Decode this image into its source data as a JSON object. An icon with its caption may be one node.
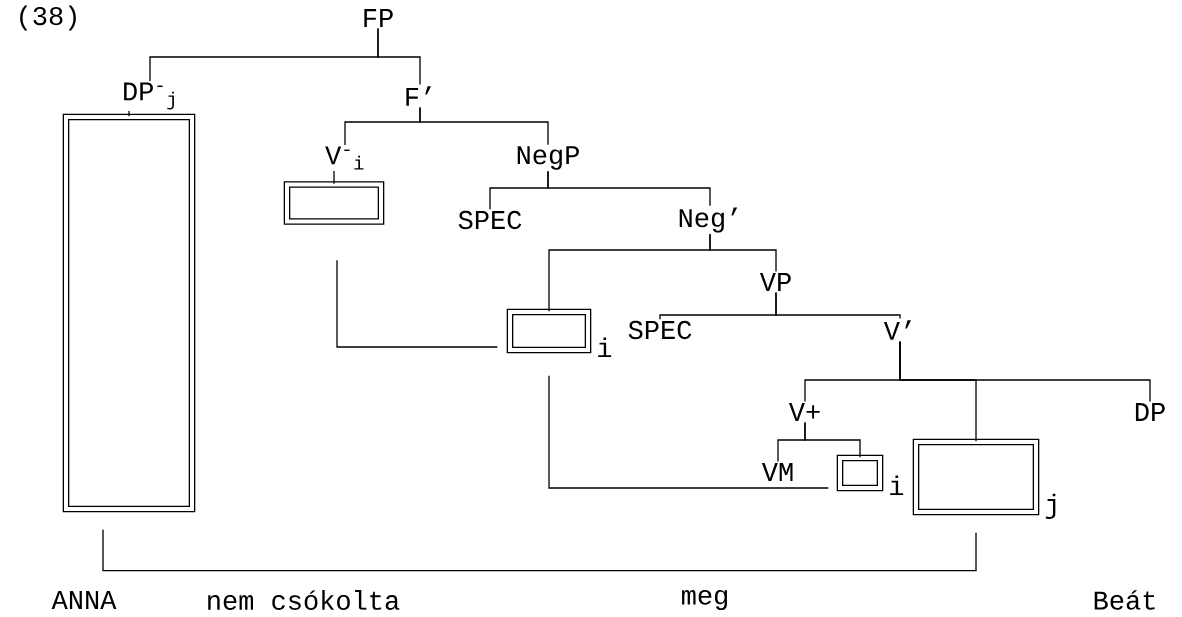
{
  "diagram": {
    "nodes": [
      {
        "text": [
          "FP"
        ]
      },
      {
        "text": [
          "DP$^{-}$$_{j}$"
        ]
      },
      {
        "text": [
          "F’"
        ]
      },
      {
        "text": [],
        "shape": "box"
      },
      {
        "text": [
          "V$^{-}$$_{i}$"
        ]
      },
      {
        "text": [
          "NegP"
        ]
      },
      {
        "text": [],
        "shape": "box"
      },
      {
        "text": [
          "SPEC"
        ]
      },
      {
        "text": [
          "Neg’"
        ]
      },
      {
        "text": [],
        "shape": "box",
        "beside": [
          "i"
        ]
      },
      {
        "text": [
          "VP"
        ]
      },
      {
        "text": [
          "SPEC"
        ]
      },
      {
        "text": [
          "V’"
        ]
      },
      {
        "text": [
          "V+"
        ]
      },
      {
        "text": [],
        "shape": "box",
        "beside": [
          "j"
        ]
      },
      {
        "text": [
          "DP"
        ]
      },
      {
        "text": [
          "VM"
        ]
      },
      {
        "text": [],
        "shape": "box",
        "beside": [
          "i"
        ]
      }
    ],
    "edges": [
      {
        "from": 0,
        "to": 1,
        "arrow": "none"
      },
      {
        "from": 0,
        "to": 2,
        "arrow": "none"
      },
      {
        "from": 1,
        "to": 3,
        "arrow": "none"
      },
      {
        "from": 2,
        "to": 4,
        "arrow": "none"
      },
      {
        "from": 2,
        "to": 5,
        "arrow": "none"
      },
      {
        "from": 4,
        "to": 6,
        "arrow": "none"
      },
      {
        "from": 5,
        "to": 7,
        "arrow": "none"
      },
      {
        "from": 5,
        "to": 8,
        "arrow": "none"
      },
      {
        "from": 8,
        "to": 9,
        "arrow": "none"
      },
      {
        "from": 8,
        "to": 10,
        "arrow": "none"
      },
      {
        "from": 10,
        "to": 11,
        "arrow": "none"
      },
      {
        "from": 10,
        "to": 12,
        "arrow": "none"
      },
      {
        "from": 12,
        "to": 13,
        "arrow": "none"
      },
      {
        "from": 12,
        "to": 14,
        "arrow": "none"
      },
      {
        "from": 12,
        "to": 15,
        "arrow": "none"
      },
      {
        "from": 13,
        "to": 16,
        "arrow": "none"
      },
      {
        "from": 13,
        "to": 17,
        "arrow": "none"
      },
      {
        "from": 6,
        "to": 9,
        "arrow": "none"
      },
      {
        "from": 9,
        "to": 17,
        "arrow": "none"
      },
      {
        "from": 3,
        "to": 14,
        "arrow": "none"
      }
    ],
    "labels": [
      "(38)",
      "ANNA",
      "nem csókolta",
      "meg",
      "Beát"
    ]
  }
}
